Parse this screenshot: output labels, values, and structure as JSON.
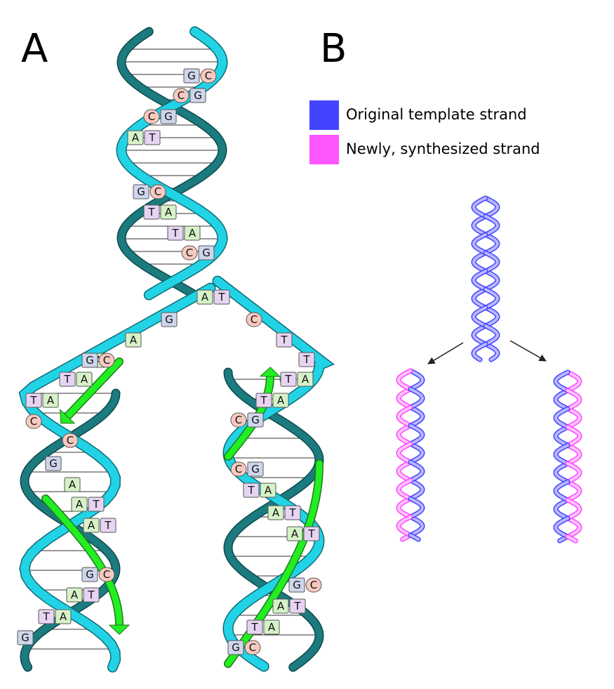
{
  "panels": {
    "a_label": "A",
    "b_label": "B"
  },
  "legend": [
    {
      "label": "Original template strand",
      "color": "#4444ff"
    },
    {
      "label": "Newly, synthesized strand",
      "color": "#ff55ff"
    }
  ],
  "colors": {
    "template_backbone": "#22d3e6",
    "template_backbone_dark": "#1b7b7e",
    "new_backbone": "#22ee22",
    "new_backbone_dark": "#1b7a1b",
    "base_G": "#cfd6ec",
    "base_C": "#f7c9c0",
    "base_A": "#d6f2c8",
    "base_T": "#e6d4f2"
  },
  "parent_helix_pairs": [
    [
      "G",
      "C"
    ],
    [
      "C",
      "G"
    ],
    [
      "C",
      "G"
    ],
    [
      "A",
      "T"
    ],
    [
      "G",
      "C"
    ],
    [
      "T",
      "A"
    ],
    [
      "T",
      "A"
    ],
    [
      "C",
      "G"
    ]
  ],
  "fork_unpaired": {
    "left": [
      "A",
      "G",
      "A"
    ],
    "right": [
      "T",
      "C",
      "T",
      "C"
    ]
  },
  "left_daughter_bases": [
    [
      "G",
      "C"
    ],
    [
      "T",
      "A"
    ],
    [
      "T",
      "A"
    ],
    [
      "C",
      ""
    ],
    [
      "",
      "C"
    ],
    [
      "G",
      ""
    ],
    [
      "A",
      ""
    ],
    [
      "A",
      "T"
    ],
    [
      "A",
      "T"
    ],
    [
      "G",
      "C"
    ],
    [
      "A",
      "T"
    ],
    [
      "T",
      "A"
    ],
    [
      "G",
      ""
    ]
  ],
  "right_daughter_bases": [
    [
      "T",
      "A"
    ],
    [
      "T",
      "A"
    ],
    [
      "C",
      "G"
    ],
    [
      "C",
      "G"
    ],
    [
      "T",
      "A"
    ],
    [
      "A",
      "T"
    ],
    [
      "A",
      "T"
    ],
    [
      "G",
      "C"
    ],
    [
      "A",
      "T"
    ],
    [
      "T",
      "A"
    ],
    [
      "G",
      "C"
    ]
  ]
}
